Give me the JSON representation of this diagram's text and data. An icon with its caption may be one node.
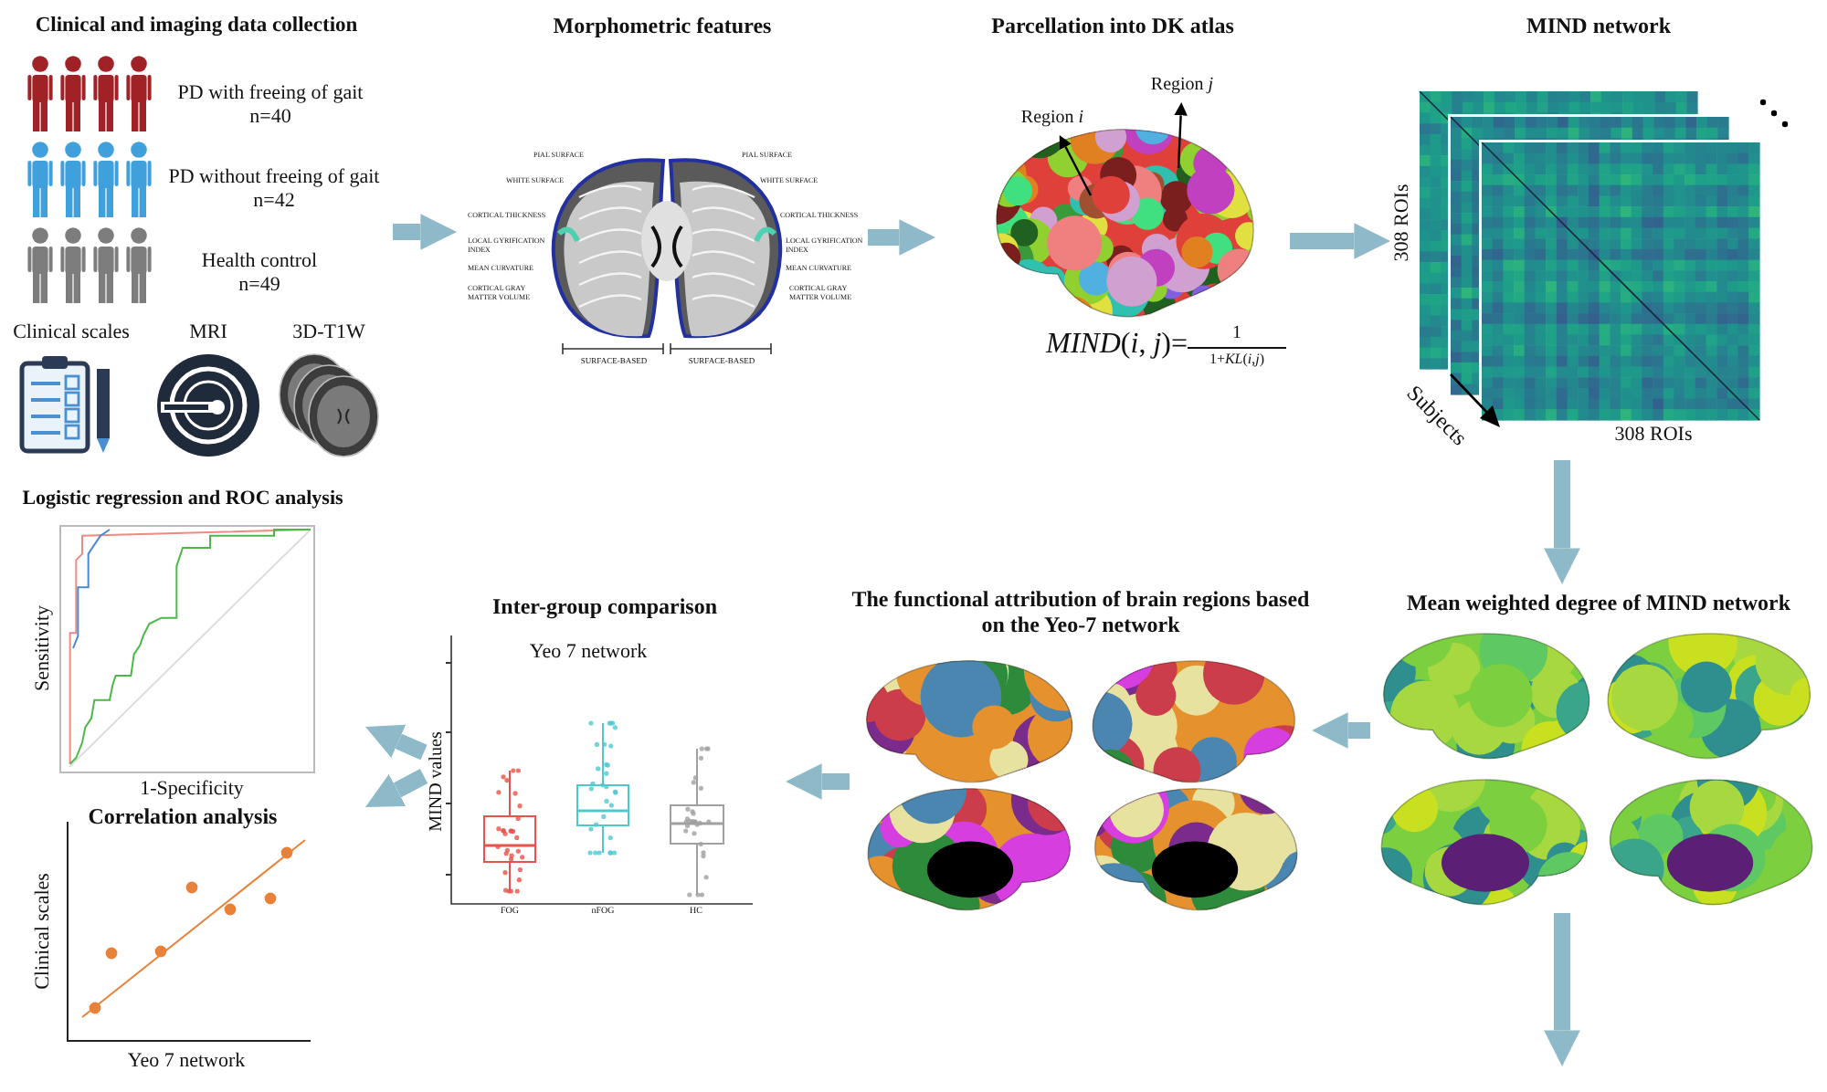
{
  "diagram": {
    "nodes": [
      {
        "text": [
          "Clinical and imaging data collection",
          "PD with freeing of gait n=40",
          "PD without freeing of gait n=42",
          "Health control n=49",
          "Clinical scales",
          "MRI",
          "3D-T1W"
        ]
      },
      {
        "text": [
          "Morphometric features",
          "PIAL SURFACE",
          "PIAL SURFACE",
          "WHITE SURFACE",
          "WHITE SURFACE",
          "CORTICAL THICKNESS",
          "CORTICAL THICKNESS",
          "LOCAL GYRIFICATION INDEX",
          "LOCAL GYRIFICATION INDEX",
          "MEAN CURVATURE",
          "MEAN CURVATURE",
          "CORTICAL GRAY MATTER VOLUME",
          "CORTICAL GRAY MATTER VOLUME",
          "SURFACE-BASED",
          "SURFACE-BASED"
        ]
      },
      {
        "text": [
          "Parcellation into DK atlas",
          "*MIND*(*i*,  *j*)=",
          "1",
          "1+*KL*(*i*,*j*)"
        ]
      },
      {
        "text": [
          "MIND network",
          "308 ROIs",
          "Subjects",
          "308 ROIs"
        ]
      },
      {
        "text": [
          "Logistic regression and ROC analysis",
          "Sensitivity",
          "1-Specificity"
        ]
      },
      {
        "text": [
          "Inter-group comparison",
          "Yeo 7 network",
          "MIND values",
          "FOG",
          "nFOG",
          "HC"
        ]
      },
      {
        "text": [
          "The functional attribution of brain regions based on the Yeo-7 network"
        ]
      },
      {
        "text": [
          "Mean weighted degree of MIND network"
        ]
      },
      {
        "text": [
          "Correlation analysis",
          "Clinical scales",
          "Yeo 7 network"
        ]
      },
      {
        "text": [
          "Region *i*"
        ],
        "in": 2
      },
      {
        "text": [
          "Region *j*"
        ],
        "in": 2
      }
    ],
    "edges": [
      {
        "from": 0,
        "to": 1,
        "arrow": "to"
      },
      {
        "from": 1,
        "to": 2,
        "arrow": "to"
      },
      {
        "from": 2,
        "to": 3,
        "arrow": "to"
      },
      {
        "from": 3,
        "to": 7,
        "arrow": "to"
      },
      {
        "from": 7,
        "to": 6,
        "arrow": "to"
      },
      {
        "from": 6,
        "to": 5,
        "arrow": "to"
      },
      {
        "from": 5,
        "to": 4,
        "arrow": "to"
      },
      {
        "from": 5,
        "to": 8,
        "arrow": "to"
      },
      {
        "from": 7,
        "to": null,
        "arrow": "to"
      },
      {
        "from": null,
        "to": 9,
        "arrow": "to",
        "color": "#000000"
      },
      {
        "from": null,
        "to": 10,
        "arrow": "to",
        "color": "#000000"
      }
    ]
  }
}
